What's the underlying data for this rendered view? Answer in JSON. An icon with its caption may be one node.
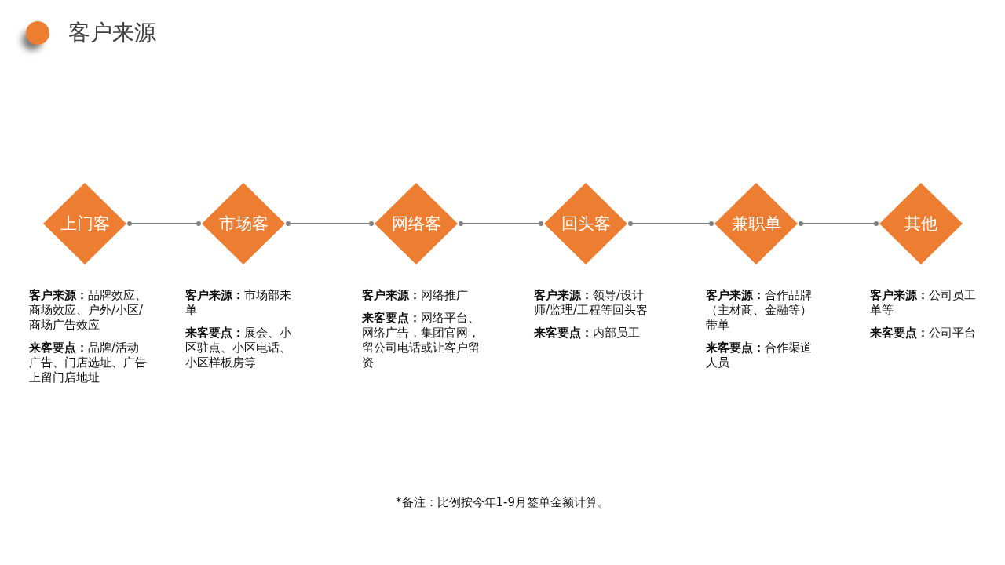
{
  "diagram": {
    "title": "客户来源",
    "nodes": [
      {
        "text": [
          "上门客"
        ],
        "beside": [
          "**客户来源：**品牌效应、商场效应、户外/小区/商场广告效应",
          "**来客要点：**品牌/活动广告、门店选址、广告上留门店地址"
        ]
      },
      {
        "text": [
          "市场客"
        ],
        "beside": [
          "**客户来源：**市场部来单",
          "**来客要点：**展会、小区驻点、小区电话、小区样板房等"
        ]
      },
      {
        "text": [
          "网络客"
        ],
        "beside": [
          "**客户来源：**网络推广",
          "**来客要点：**网络平台、网络广告，集团官网，留公司电话或让客户留资"
        ]
      },
      {
        "text": [
          "回头客"
        ],
        "beside": [
          "**客户来源：**领导/设计师/监理/工程等回头客",
          "**来客要点：**内部员工"
        ]
      },
      {
        "text": [
          "兼职单"
        ],
        "beside": [
          "**客户来源：**合作品牌（主材商、金融等）带单",
          "**来客要点：**合作渠道人员"
        ]
      },
      {
        "text": [
          "其他"
        ],
        "beside": [
          "**客户来源：**公司员工单等",
          "**来客要点：**公司平台"
        ]
      }
    ],
    "edges": [
      {
        "from": 0,
        "to": 1,
        "arrow": "other"
      },
      {
        "from": 1,
        "to": 2,
        "arrow": "other"
      },
      {
        "from": 2,
        "to": 3,
        "arrow": "other"
      },
      {
        "from": 3,
        "to": 4,
        "arrow": "other"
      },
      {
        "from": 4,
        "to": 5,
        "arrow": "other"
      }
    ],
    "labels": [
      "*备注：比例按今年1-9月签单金额计算。"
    ]
  }
}
